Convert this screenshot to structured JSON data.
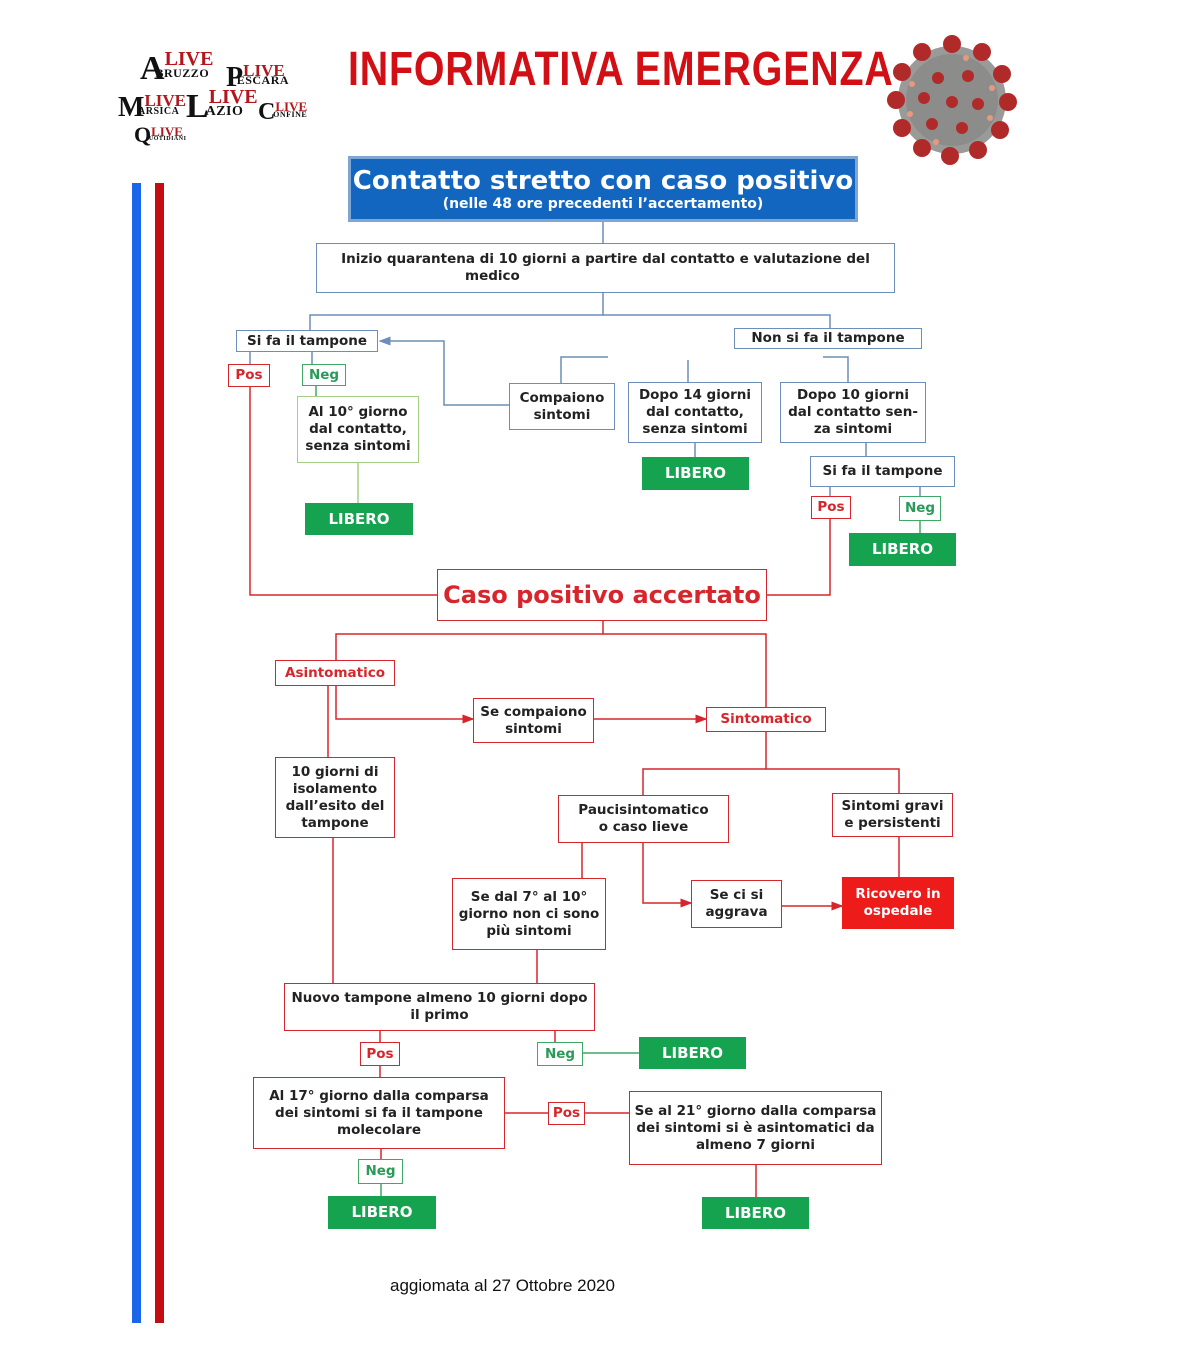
{
  "header": {
    "title": "INFORMATIVA EMERGENZA",
    "logos": [
      {
        "initial": "A",
        "live": "LIVE",
        "rest": "BRUZZO"
      },
      {
        "initial": "P",
        "live": "LIVE",
        "rest": "ESCARA"
      },
      {
        "initial": "M",
        "live": "LIVE",
        "rest": "ARSICA"
      },
      {
        "initial": "L",
        "live": "LIVE",
        "rest": "AZIO"
      },
      {
        "initial": "C",
        "live": "LIVE",
        "rest": "ONFINE"
      },
      {
        "initial": "Q",
        "live": "LIVE",
        "rest": "UOTIDIANI"
      }
    ],
    "virus_image": "coronavirus-illustration"
  },
  "colors": {
    "blue_stripe": "#1a66e8",
    "red_stripe": "#c40d10",
    "title_red": "#d10f15",
    "header_box": "#1266c0",
    "libero_green": "#16a34f",
    "ricovero_red": "#ee1b1b",
    "flow_red": "#d6262b",
    "flow_blue": "#6b8fb8"
  },
  "flow": {
    "top": {
      "title": "Contatto stretto con caso positivo",
      "subtitle": "(nelle 48 ore precedenti l’accertamento)"
    },
    "quarantine": {
      "line1": "Inizio quarantena di 10 giorni a partire dal contatto e valutazione del",
      "line2": "medico"
    },
    "si_tampone": "Si fa il tampone",
    "non_tampone": "Non si fa il tampone",
    "pos": "Pos",
    "neg": "Neg",
    "al10": {
      "l1": "Al 10° giorno",
      "l2": "dal contatto,",
      "l3": "senza sintomi"
    },
    "libero": "LIBERO",
    "compaiono": {
      "l1": "Compaiono",
      "l2": "sintomi"
    },
    "dopo14": {
      "l1": "Dopo 14 giorni",
      "l2": "dal contatto,",
      "l3": "senza sintomi"
    },
    "dopo10": {
      "l1": "Dopo 10 giorni",
      "l2": "dal contatto sen-",
      "l3": "za sintomi"
    },
    "caso_positivo": "Caso positivo accertato",
    "asintomatico": "Asintomatico",
    "se_compaiono": {
      "l1": "Se compaiono",
      "l2": "sintomi"
    },
    "sintomatico": "Sintomatico",
    "isolamento": {
      "l1": "10 giorni di",
      "l2": "isolamento",
      "l3": "dall’esito del",
      "l4": "tampone"
    },
    "pauci": {
      "l1": "Paucisintomatico",
      "l2": "o caso lieve"
    },
    "gravi": {
      "l1": "Sintomi gravi",
      "l2": "e persistenti"
    },
    "se7": {
      "l1": "Se dal 7° al 10°",
      "l2": "giorno non ci sono",
      "l3": "più sintomi"
    },
    "aggrava": {
      "l1": "Se ci si",
      "l2": "aggrava"
    },
    "ricovero": {
      "l1": "Ricovero in",
      "l2": "ospedale"
    },
    "nuovo": {
      "l1": "Nuovo tampone almeno 10 giorni dopo",
      "l2": "il primo"
    },
    "al17": {
      "l1": "Al 17° giorno dalla comparsa",
      "l2": "dei sintomi si fa il tampone",
      "l3": "molecolare"
    },
    "se21": {
      "l1": "Se al 21° giorno dalla comparsa",
      "l2": "dei sintomi si è asintomatici da",
      "l3": "almeno 7 giorni"
    }
  },
  "footer": {
    "updated": "aggiomata al 27 Ottobre 2020"
  }
}
